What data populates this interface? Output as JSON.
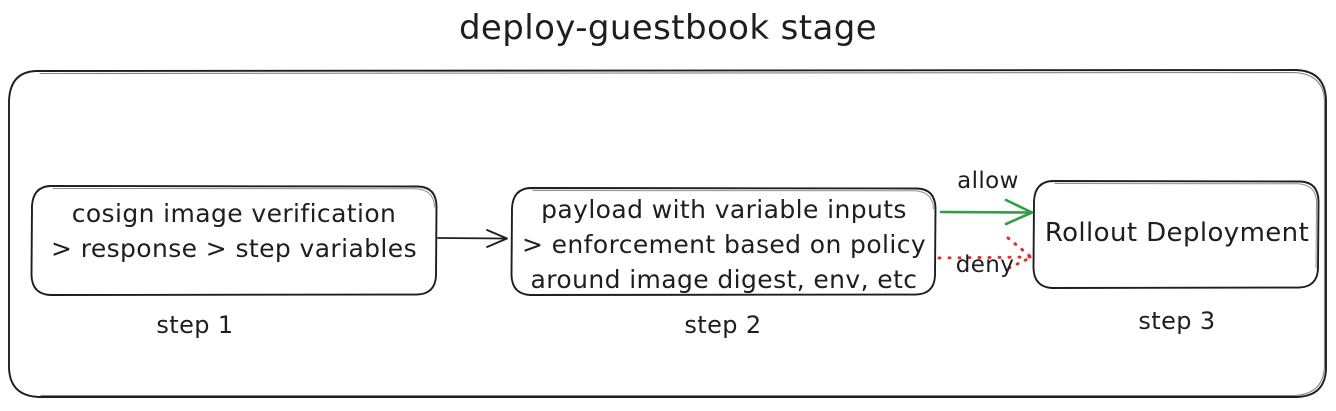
{
  "diagram": {
    "title": "deploy-guestbook stage",
    "background": "#ffffff",
    "stroke_color": "#1e1e1e",
    "container": {
      "name": "stage-container"
    },
    "nodes": [
      {
        "id": "step1",
        "label": "step 1",
        "lines": [
          "cosign image verification",
          "> response > step variables"
        ],
        "text": "cosign image verification\n> response > step variables"
      },
      {
        "id": "step2",
        "label": "step 2",
        "lines": [
          "payload with variable inputs",
          "> enforcement based on policy",
          "around image digest, env, etc"
        ],
        "text": "payload with variable inputs\n> enforcement based on policy\naround image digest, env, etc"
      },
      {
        "id": "step3",
        "label": "step 3",
        "lines": [
          "Rollout Deployment"
        ],
        "text": "Rollout Deployment"
      }
    ],
    "edges": [
      {
        "id": "edge-1-2",
        "from": "step1",
        "to": "step2",
        "label": "",
        "style": "solid",
        "color": "#1e1e1e"
      },
      {
        "id": "edge-allow",
        "from": "step2",
        "to": "step3",
        "label": "allow",
        "style": "solid",
        "color": "#2f9e44"
      },
      {
        "id": "edge-deny",
        "from": "step2",
        "to": "step3",
        "label": "deny",
        "style": "dotted",
        "color": "#e03131"
      }
    ]
  }
}
